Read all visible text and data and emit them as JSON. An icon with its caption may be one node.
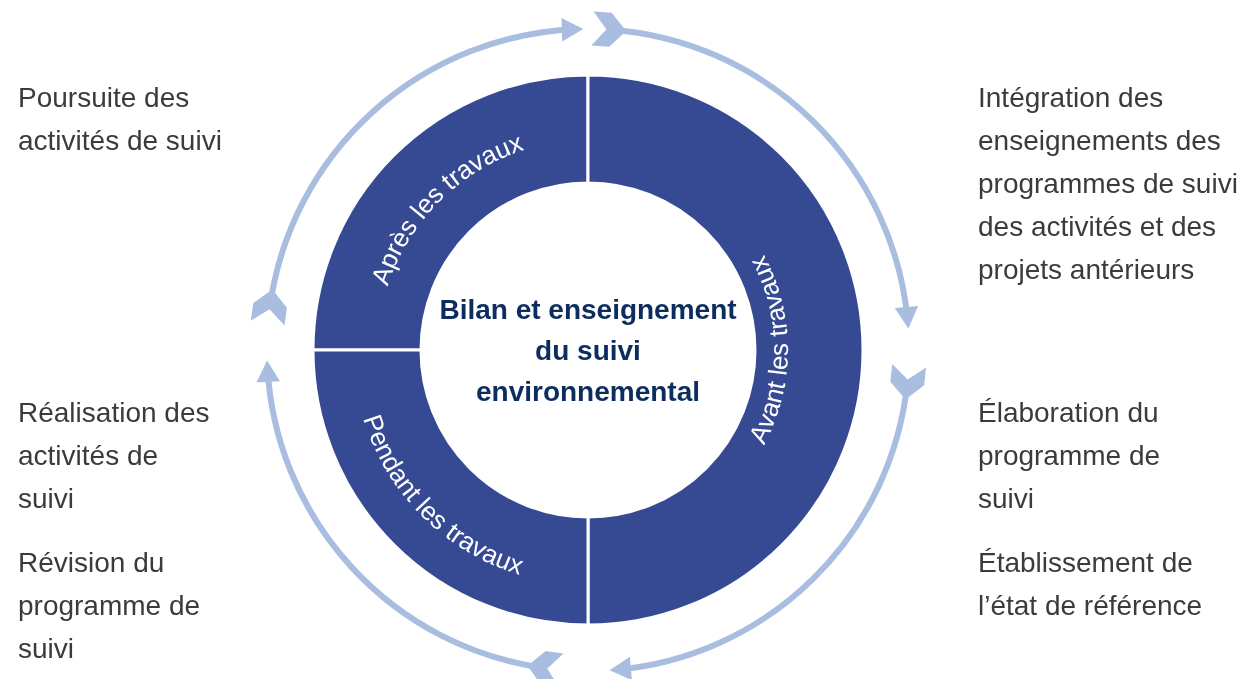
{
  "diagram": {
    "nodes": [
      {
        "text": [
          "Après les travaux"
        ]
      },
      {
        "text": [
          "Avant les travaux"
        ]
      },
      {
        "text": [
          "Bilan et enseignement du suivi environnemental"
        ]
      },
      {
        "text": [
          "Pendant les travaux"
        ]
      }
    ],
    "labels": [
      "Poursuite des activités de suivi",
      "Intégration des enseignements des programmes de suivi des activités et des projets antérieurs",
      "Réalisation des activités de suivi",
      "Élaboration du programme de suivi",
      "Révision du programme de suivi",
      "Établissement de l’état de référence"
    ]
  }
}
